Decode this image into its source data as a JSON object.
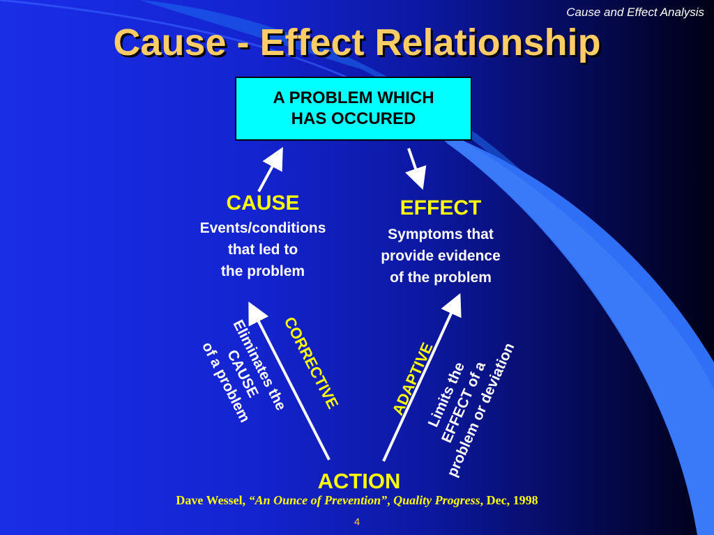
{
  "header": "Cause and Effect Analysis",
  "title": "Cause - Effect Relationship",
  "problem": "A PROBLEM WHICH\nHAS OCCURED",
  "cause": {
    "heading": "CAUSE",
    "description": "Events/conditions\nthat led to\nthe problem"
  },
  "effect": {
    "heading": "EFFECT",
    "description": "Symptoms that\nprovide evidence\nof the problem"
  },
  "corrective": {
    "label": "CORRECTIVE",
    "description": "Eliminates the\nCAUSE\nof a problem"
  },
  "adaptive": {
    "label": "ADAPTIVE",
    "description": "Limits the\nEFFECT of a\nproblem or deviation"
  },
  "action": "ACTION",
  "citation": {
    "author": "Dave Wessel, ",
    "article": "“An Ounce of Prevention”",
    "sep1": ", ",
    "journal": "Quality Progress",
    "date": ", Dec, 1998"
  },
  "page_number": "4",
  "colors": {
    "title": "#ffcc66",
    "heading": "#ffff00",
    "box_fill": "#00ffff",
    "text": "#ffffff"
  }
}
